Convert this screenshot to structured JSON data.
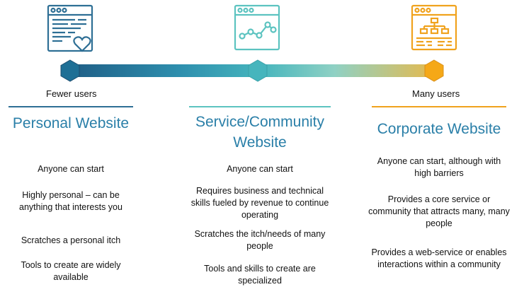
{
  "colors": {
    "blue_dark": "#1f6f95",
    "teal": "#46b5bd",
    "orange": "#f0a21d",
    "title_blue": "#2a7fa8"
  },
  "scale": {
    "left_label": "Fewer users",
    "right_label": "Many users"
  },
  "columns": [
    {
      "icon": "website-heart-icon",
      "title": "Personal Website",
      "items": [
        "Anyone can start",
        "Highly personal – can be anything that interests you",
        "Scratches a personal itch",
        "Tools to create are widely available"
      ]
    },
    {
      "icon": "website-line-chart-icon",
      "title": "Service/Community Website",
      "items": [
        "Anyone can start",
        "Requires business and technical skills fueled by revenue to continue operating",
        "Scratches the itch/needs of many people",
        "Tools and skills to create are specialized"
      ]
    },
    {
      "icon": "website-org-chart-icon",
      "title": "Corporate Website",
      "items": [
        "Anyone can start, although with high barriers",
        "Provides a core service or community that attracts many, many people",
        "Provides a web-service or enables interactions within a community"
      ]
    }
  ]
}
